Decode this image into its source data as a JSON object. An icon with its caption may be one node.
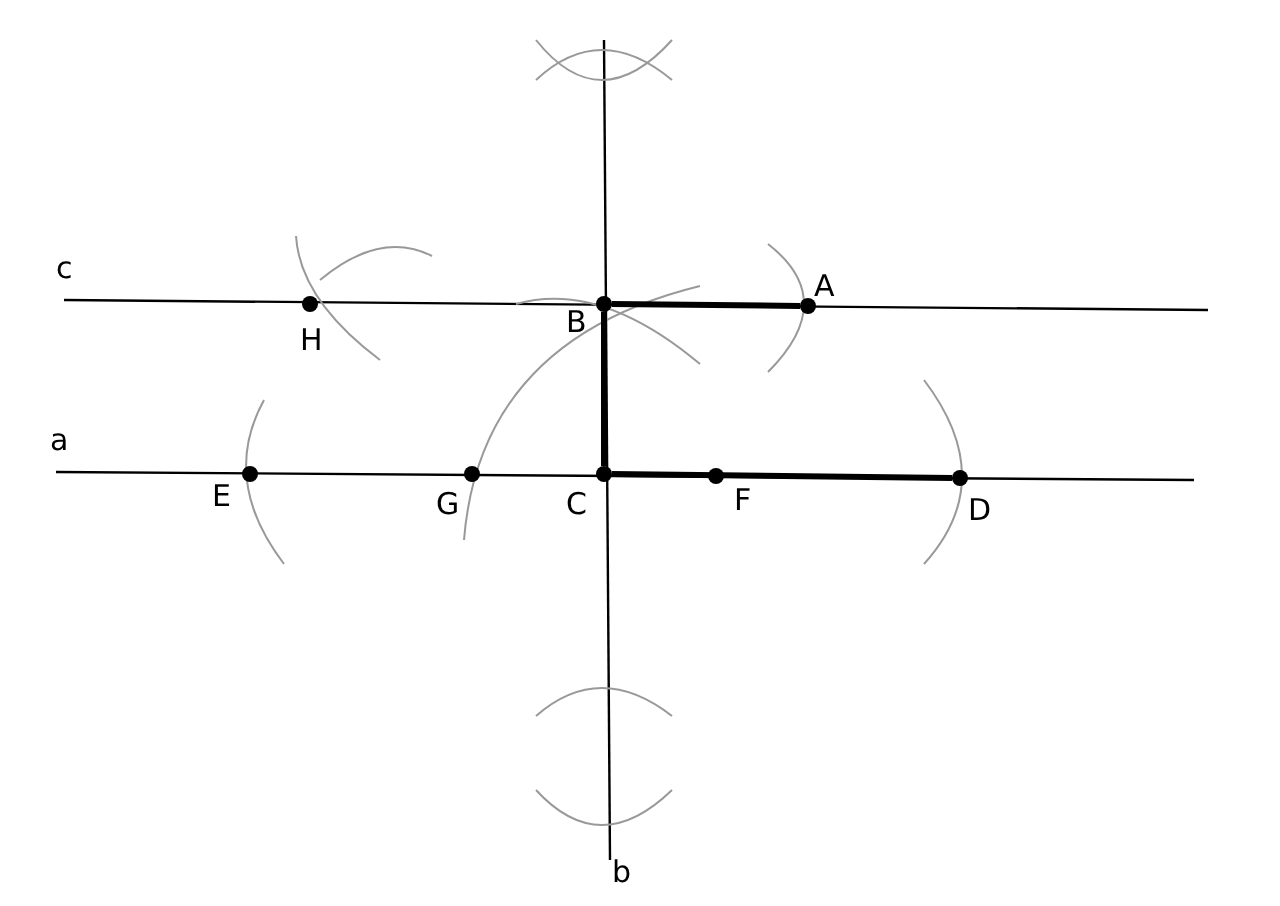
{
  "diagram": {
    "nodes": [
      {
        "text": [
          "H"
        ]
      },
      {
        "text": [
          "B"
        ]
      },
      {
        "text": [
          "A"
        ]
      },
      {
        "text": [
          "E"
        ]
      },
      {
        "text": [
          "G"
        ]
      },
      {
        "text": [
          "C"
        ]
      },
      {
        "text": [
          "F"
        ]
      },
      {
        "text": [
          "D"
        ]
      }
    ],
    "edges": [
      {
        "from": 1,
        "to": 2,
        "arrow": "none"
      },
      {
        "from": 1,
        "to": 5,
        "arrow": "none"
      },
      {
        "from": 5,
        "to": 7,
        "arrow": "none"
      }
    ],
    "labels": [
      "c",
      "a",
      "b"
    ]
  }
}
